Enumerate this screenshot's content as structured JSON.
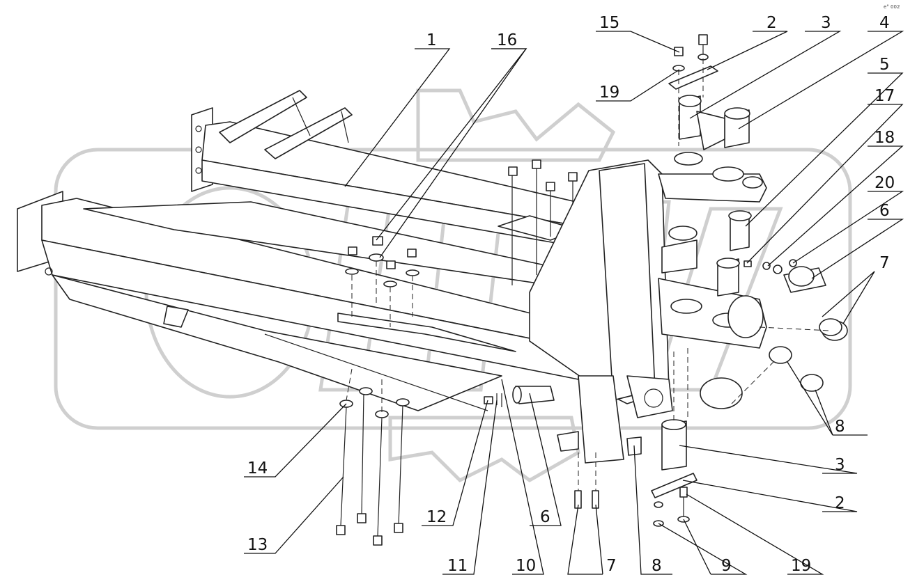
{
  "diagram": {
    "corner_mark": "e° 002",
    "callouts": [
      {
        "id": "c1",
        "label": "1"
      },
      {
        "id": "c16",
        "label": "16"
      },
      {
        "id": "c15",
        "label": "15"
      },
      {
        "id": "c2a",
        "label": "2"
      },
      {
        "id": "c3a",
        "label": "3"
      },
      {
        "id": "c4",
        "label": "4"
      },
      {
        "id": "c19a",
        "label": "19"
      },
      {
        "id": "c5",
        "label": "5"
      },
      {
        "id": "c17",
        "label": "17"
      },
      {
        "id": "c18",
        "label": "18"
      },
      {
        "id": "c20",
        "label": "20"
      },
      {
        "id": "c6a",
        "label": "6"
      },
      {
        "id": "c7a",
        "label": "7"
      },
      {
        "id": "c8a",
        "label": "8"
      },
      {
        "id": "c3b",
        "label": "3"
      },
      {
        "id": "c2b",
        "label": "2"
      },
      {
        "id": "c14",
        "label": "14"
      },
      {
        "id": "c13",
        "label": "13"
      },
      {
        "id": "c12",
        "label": "12"
      },
      {
        "id": "c11",
        "label": "11"
      },
      {
        "id": "c10",
        "label": "10"
      },
      {
        "id": "c6b",
        "label": "6"
      },
      {
        "id": "c7b",
        "label": "7"
      },
      {
        "id": "c8b",
        "label": "8"
      },
      {
        "id": "c9",
        "label": "9"
      },
      {
        "id": "c19b",
        "label": "19"
      }
    ]
  }
}
